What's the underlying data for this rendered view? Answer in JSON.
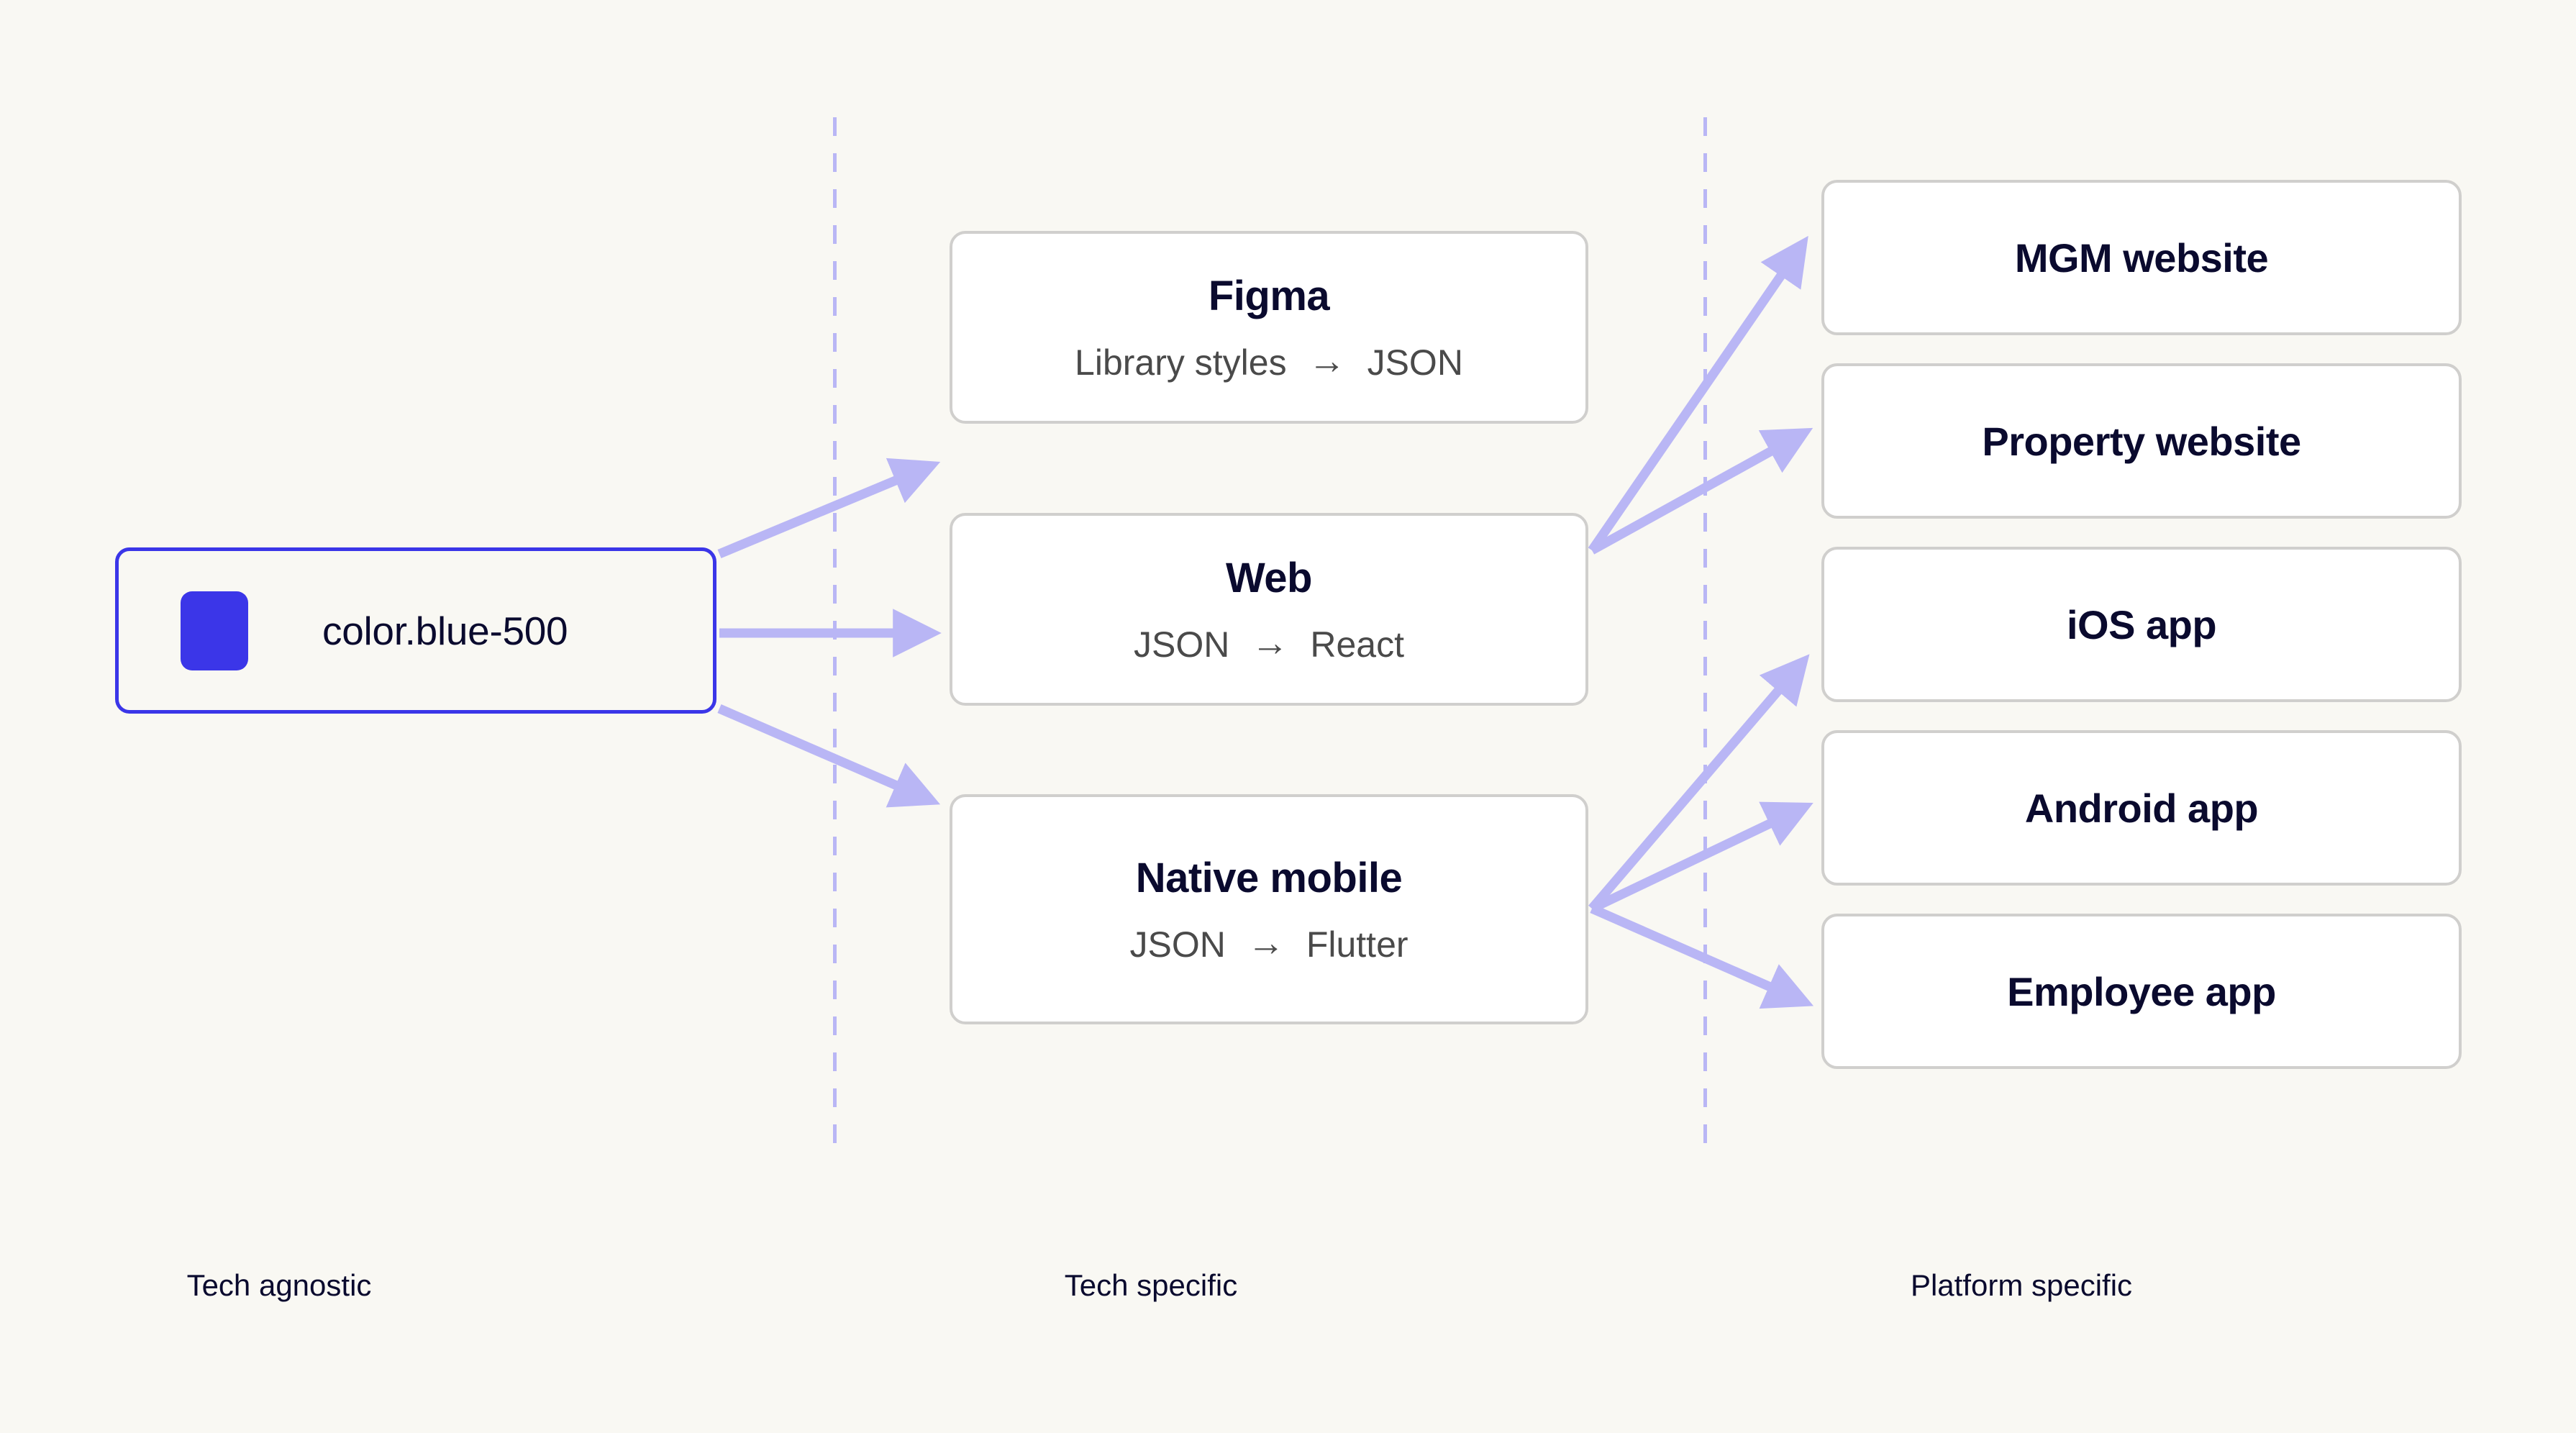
{
  "canvas": {
    "background": "#f9f8f3",
    "accent_blue": "#3b36e8",
    "arrow_color": "#b9b6f5",
    "card_border": "#d0cfcd",
    "title_color": "#0a0a2e",
    "subtitle_color": "#4a4a4a"
  },
  "token": {
    "label": "color.blue-500",
    "swatch_color": "#3b36e8"
  },
  "tech_cards": [
    {
      "title": "Figma",
      "from": "Library styles",
      "arrow": "→",
      "to": "JSON"
    },
    {
      "title": "Web",
      "from": "JSON",
      "arrow": "→",
      "to": "React"
    },
    {
      "title": "Native mobile",
      "from": "JSON",
      "arrow": "→",
      "to": "Flutter"
    }
  ],
  "platform_cards": [
    {
      "title": "MGM website"
    },
    {
      "title": "Property website"
    },
    {
      "title": "iOS app"
    },
    {
      "title": "Android app"
    },
    {
      "title": "Employee app"
    }
  ],
  "column_captions": [
    {
      "label": "Tech agnostic"
    },
    {
      "label": "Tech specific"
    },
    {
      "label": "Platform specific"
    }
  ]
}
